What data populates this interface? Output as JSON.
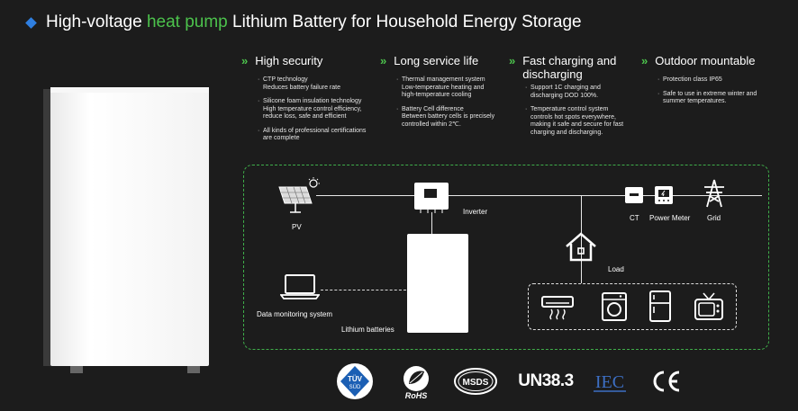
{
  "title": {
    "part1": "High-voltage ",
    "highlight": "heat pump",
    "part2": " Lithium Battery for Household Energy Storage"
  },
  "features": [
    {
      "heading": "High security",
      "items": [
        "CTP technology\nReduces battery failure rate",
        "Silicone foam insulation technology\nHigh temperature control efficiency,\nreduce loss, safe and efficient",
        "All kinds of professional certifications\nare complete"
      ]
    },
    {
      "heading": "Long service life",
      "items": [
        "Thermal management system\nLow-temperature heating and\nhigh-temperature cooling",
        "Battery Cell difference\nBetween battery cells is precisely\ncontrolled within 2℃."
      ]
    },
    {
      "heading": "Fast charging and\ndischarging",
      "items": [
        "Support 1C charging and\ndischarging DOD 100%.",
        "Temperature control system\ncontrols hot spots everywhere,\nmaking it safe and secure for fast\ncharging and discharging."
      ]
    },
    {
      "heading": "Outdoor mountable",
      "items": [
        "Protection class IP65",
        "Safe to use in extreme winter and\nsummer temperatures."
      ]
    }
  ],
  "diagram": {
    "pv": "PV",
    "inverter": "Inverter",
    "ct": "CT",
    "power_meter": "Power Meter",
    "grid": "Grid",
    "load": "Load",
    "data_monitoring": "Data monitoring system",
    "lithium_batteries": "Lithium batteries"
  },
  "certifications": {
    "tuv": "TÜV SÜD",
    "rohs": "RoHS",
    "msds": "MSDS",
    "un": "UN38.3",
    "iec": "IEC",
    "ce": "CE"
  },
  "colors": {
    "accent_green": "#4cc24c",
    "title_diamond": "#2f7fe0",
    "background": "#1c1c1c",
    "tuv_blue": "#1b5fb4"
  }
}
